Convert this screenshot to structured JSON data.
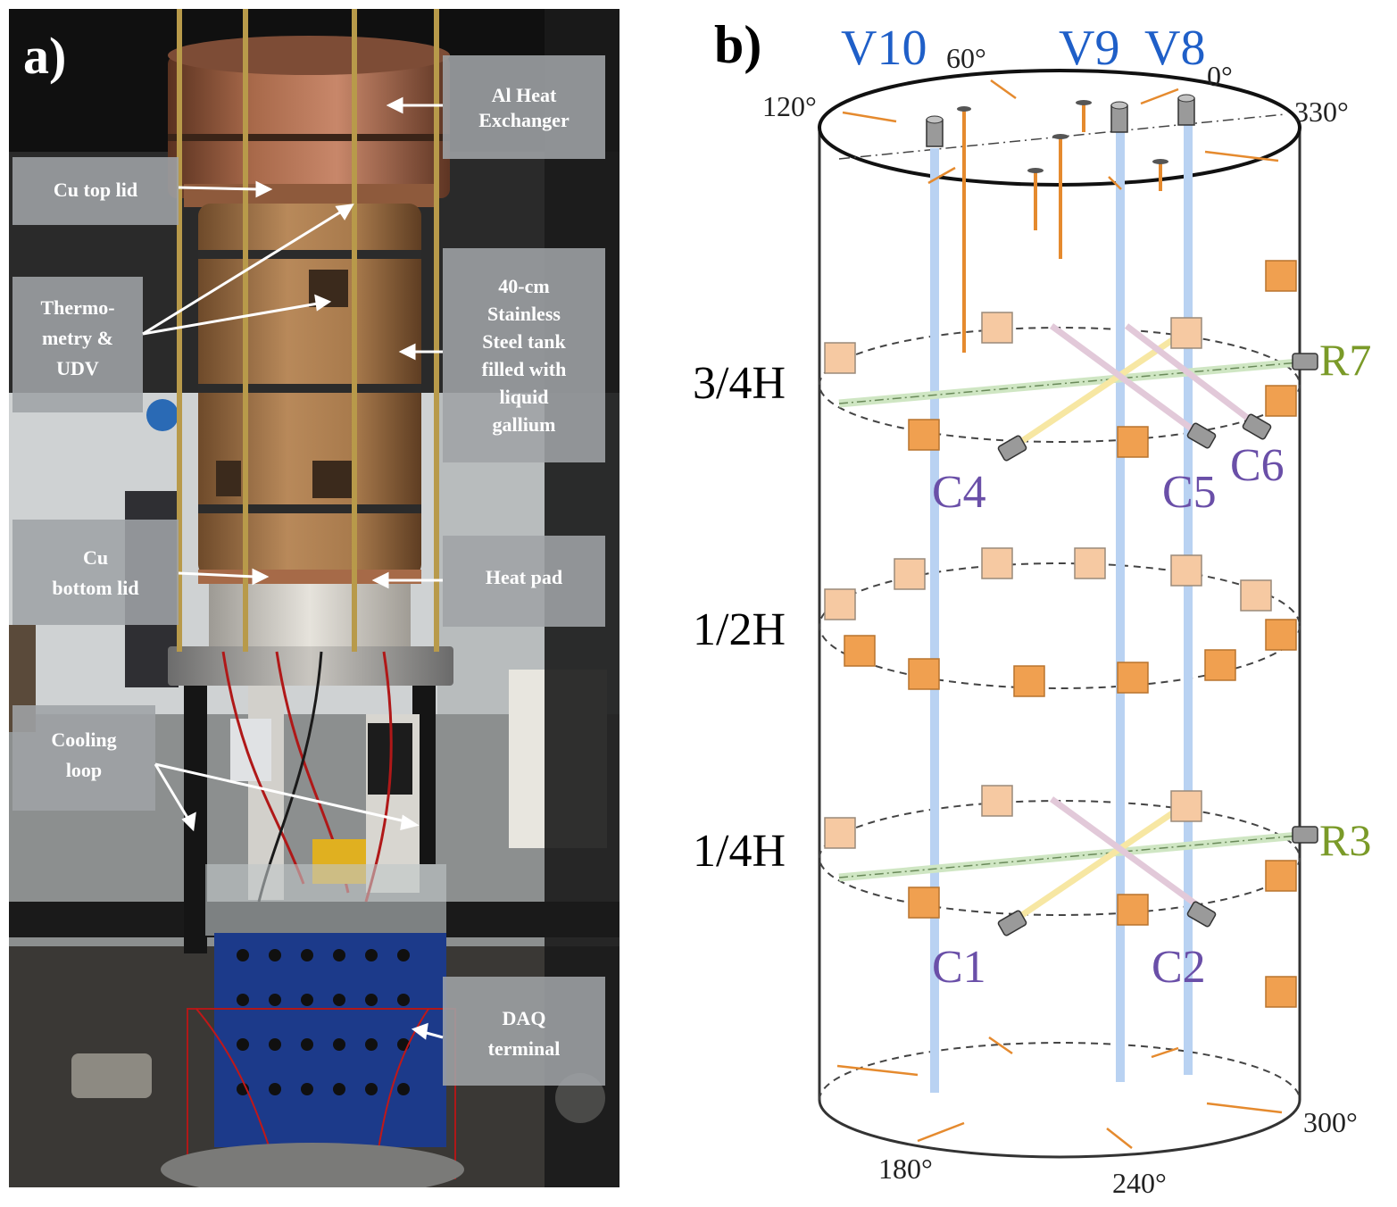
{
  "panel_a": {
    "tag": "a)",
    "labels": {
      "heat_exchanger": [
        "Al Heat",
        "Exchanger"
      ],
      "cu_top_lid": [
        "Cu top lid"
      ],
      "thermometry": [
        "Thermo-",
        "metry &",
        "UDV"
      ],
      "tank": [
        "40-cm",
        "Stainless",
        "Steel tank",
        "filled with",
        "liquid",
        "gallium"
      ],
      "cu_bottom_lid": [
        "Cu",
        "bottom lid"
      ],
      "heat_pad": [
        "Heat pad"
      ],
      "cooling_loop": [
        "Cooling",
        "loop"
      ],
      "daq": [
        "DAQ",
        "terminal"
      ]
    }
  },
  "panel_b": {
    "tag": "b)",
    "vertical_probes": [
      "V10",
      "V9",
      "V8"
    ],
    "angles": [
      "60°",
      "0°",
      "120°",
      "330°",
      "300°",
      "180°",
      "240°"
    ],
    "heights": [
      "3/4H",
      "1/2H",
      "1/4H"
    ],
    "radial_probes": [
      "R7",
      "R3"
    ],
    "chord_probes": [
      "C4",
      "C5",
      "C6",
      "C1",
      "C2"
    ],
    "colors": {
      "vertical_text": "#1f5fc8",
      "chord_text": "#6a4fa8",
      "radial_text": "#7a9a28",
      "vertical_beam": "#b9d2f2",
      "thermistor": "#f0a050",
      "wire": "#e58a2e"
    }
  }
}
